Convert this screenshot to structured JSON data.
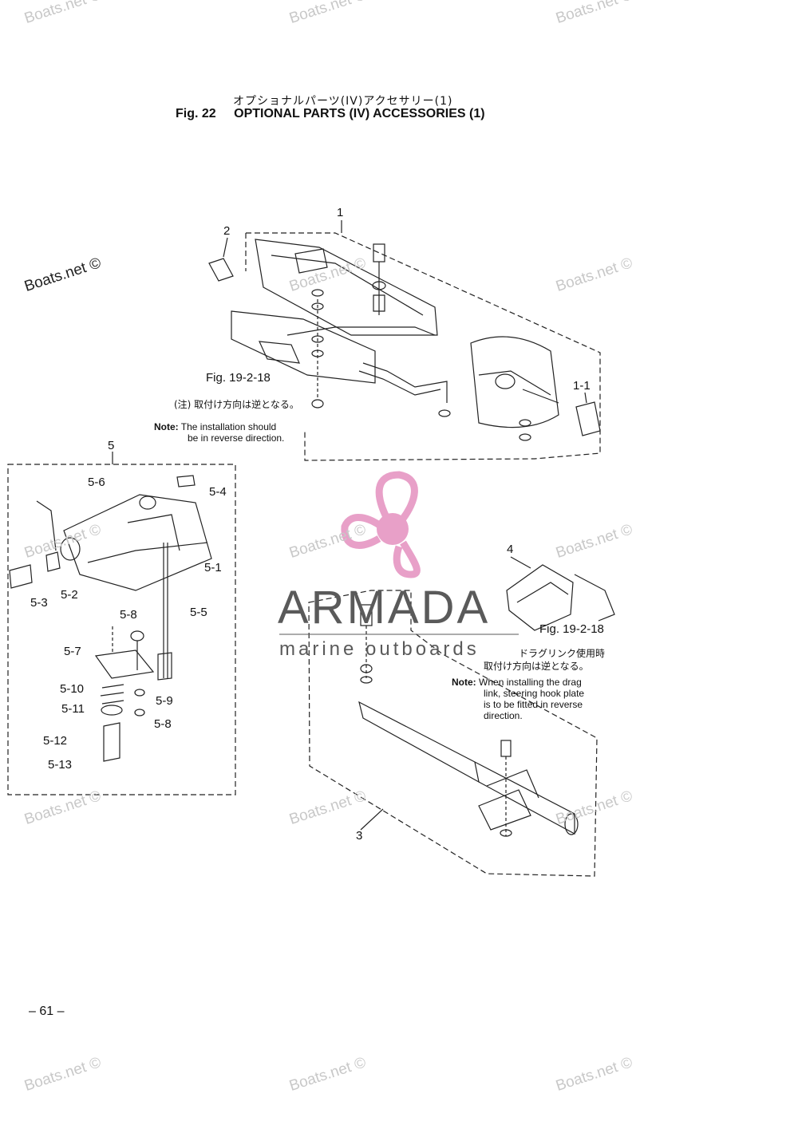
{
  "header": {
    "title_jp": "オプショナルパーツ(IV)アクセサリー(1)",
    "fig_no": "Fig. 22",
    "title_en": "OPTIONAL PARTS (IV) ACCESSORIES (1)"
  },
  "watermark": {
    "text": "Boats.net ©",
    "color": "#c8c8c8"
  },
  "logo": {
    "brand": "ARMADA",
    "tagline": "marine outboards",
    "propeller_color": "#e8a0c8",
    "text_color": "#5a5a5a"
  },
  "callouts": {
    "c1": "1",
    "c1_1": "1-1",
    "c2": "2",
    "c3": "3",
    "c4": "4",
    "c5": "5",
    "c5_1": "5-1",
    "c5_2": "5-2",
    "c5_3": "5-3",
    "c5_4": "5-4",
    "c5_5": "5-5",
    "c5_6": "5-6",
    "c5_7": "5-7",
    "c5_8a": "5-8",
    "c5_8b": "5-8",
    "c5_9": "5-9",
    "c5_10": "5-10",
    "c5_11": "5-11",
    "c5_12": "5-12",
    "c5_13": "5-13"
  },
  "refs": {
    "ref_top": "Fig. 19-2-18",
    "ref_bottom": "Fig. 19-2-18"
  },
  "notes": {
    "top_jp": "(注) 取付け方向は逆となる。",
    "top_label": "Note:",
    "top_line1": "The installation should",
    "top_line2": "be in reverse direction.",
    "bottom_jp1": "ドラグリンク使用時",
    "bottom_jp2": "取付け方向は逆となる。",
    "bottom_label": "Note:",
    "bottom_line1": "When installing the drag",
    "bottom_line2": "link, steering hook plate",
    "bottom_line3": "is to be fitted in reverse",
    "bottom_line4": "direction."
  },
  "footer": {
    "page_number": "– 61 –"
  }
}
